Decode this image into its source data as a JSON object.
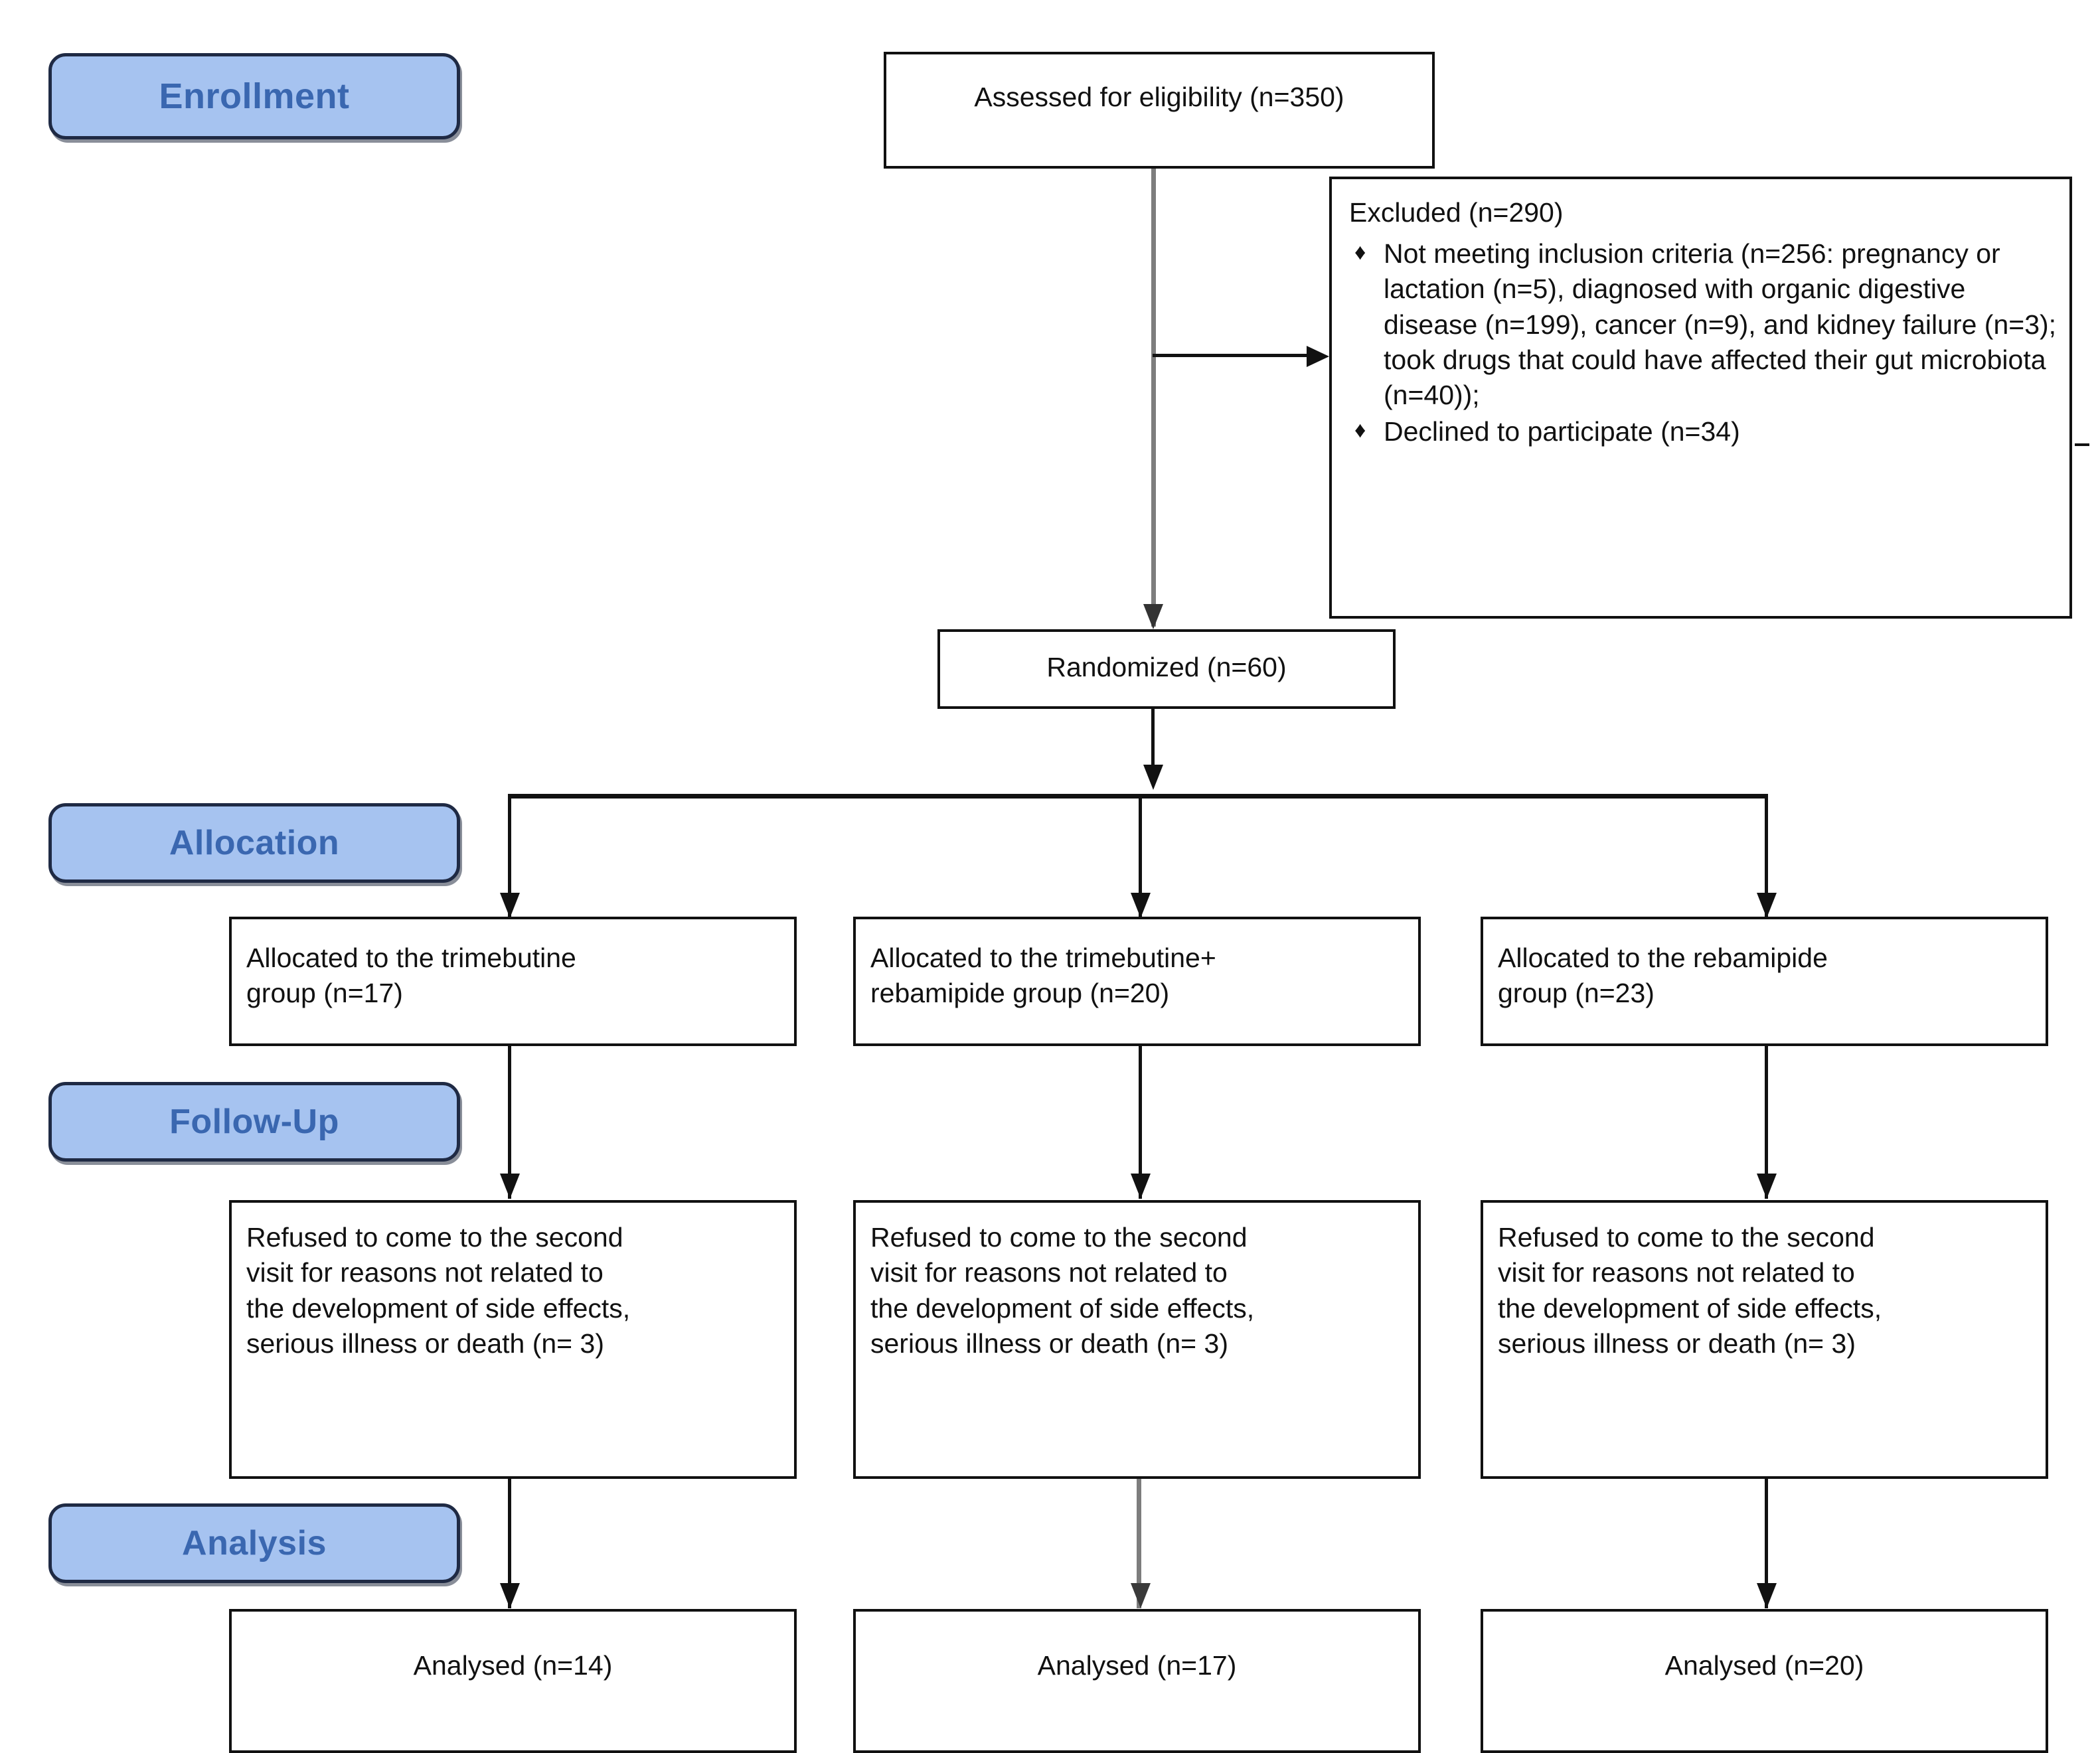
{
  "diagram": {
    "type": "CONSORT participant flow diagram",
    "stages": [
      {
        "id": "enrollment",
        "label": "Enrollment"
      },
      {
        "id": "allocation",
        "label": "Allocation"
      },
      {
        "id": "followup",
        "label": "Follow-Up"
      },
      {
        "id": "analysis",
        "label": "Analysis"
      }
    ],
    "nodes": {
      "assessed": {
        "label": "Assessed for eligibility (n=350)",
        "n": 350
      },
      "randomized": {
        "label": "Randomized (n=60)",
        "n": 60
      },
      "excluded": {
        "heading": "Excluded (n=290)",
        "n": 290,
        "bullet_glyph": "♦",
        "items": [
          "Not meeting inclusion criteria (n=256: pregnancy or lactation (n=5), diagnosed with organic digestive disease (n=199), cancer (n=9), and kidney failure (n=3); took drugs that could have affected their gut microbiota (n=40));",
          "Declined to participate (n=34)"
        ],
        "breakdown": {
          "not_meeting_inclusion_criteria": 256,
          "pregnancy_or_lactation": 5,
          "organic_digestive_disease": 199,
          "cancer": 9,
          "kidney_failure": 3,
          "gut_microbiota_drugs": 40,
          "declined_to_participate": 34
        }
      },
      "alloc_1": {
        "label": "Allocated to the trimebutine\ngroup (n=17)",
        "n": 17
      },
      "alloc_2": {
        "label": "Allocated to the trimebutine+\nrebamipide group (n=20)",
        "n": 20
      },
      "alloc_3": {
        "label": "Allocated to the rebamipide\ngroup (n=23)",
        "n": 23
      },
      "follow_1": {
        "label": "Refused to come to the second\nvisit for reasons not related to\nthe development of side effects,\nserious illness or death (n= 3)",
        "n": 3
      },
      "follow_2": {
        "label": "Refused to come to the second\nvisit for reasons not related to\nthe development of side effects,\nserious illness or death (n= 3)",
        "n": 3
      },
      "follow_3": {
        "label": "Refused to come to the second\nvisit for reasons not related to\nthe development of side effects,\nserious illness or death (n= 3)",
        "n": 3
      },
      "analysed_1": {
        "label": "Analysed (n=14)",
        "n": 14
      },
      "analysed_2": {
        "label": "Analysed (n=17)",
        "n": 17
      },
      "analysed_3": {
        "label": "Analysed (n=20)",
        "n": 20
      }
    },
    "colors": {
      "stage_fill": "#a6c3f0",
      "stage_border": "#1f2a44",
      "stage_text": "#3a67b0",
      "box_border": "#111111",
      "connector": "#111111",
      "connector_gray": "#7d7d7d",
      "background": "#ffffff"
    }
  }
}
